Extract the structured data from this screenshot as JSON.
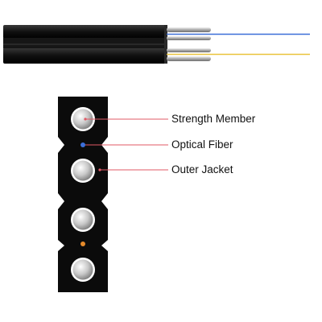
{
  "labels": {
    "strength_member": "Strength Member",
    "optical_fiber": "Optical Fiber",
    "outer_jacket": "Outer Jacket"
  },
  "colors": {
    "jacket": "#0b0b0b",
    "leader_line": "#e05a66",
    "fiber_blue": "#3c6fd8",
    "fiber_orange": "#e58a2a",
    "fiber_yellow": "#e9c43b",
    "strength_member_metal": "#c8c8c8"
  }
}
